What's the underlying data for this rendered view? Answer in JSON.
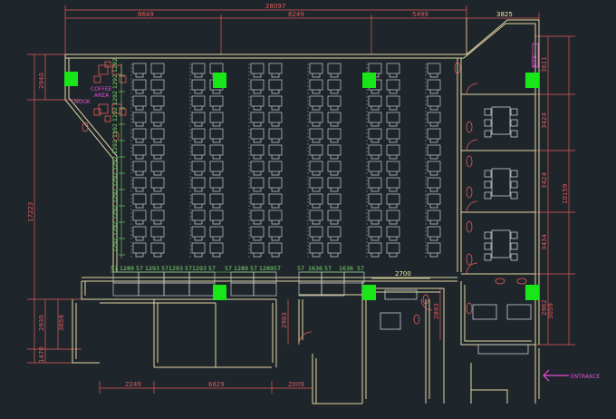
{
  "dimensions": {
    "overall_width": "28097",
    "top_segments": [
      "8649",
      "8249",
      "5499"
    ],
    "top_right": "3825",
    "bottom_segments": [
      "2249",
      "6829",
      "2009"
    ],
    "left_overall": "17223",
    "left_top": "2940",
    "left_bottom": [
      "3659",
      "2930",
      "1470"
    ],
    "right_overall": "10159",
    "right_segments": [
      "3611",
      "3424",
      "3424",
      "3434",
      "2962"
    ],
    "green_left": [
      "1289",
      "1293",
      "1293",
      "1293"
    ],
    "green_mid": [
      "1636",
      "1636"
    ],
    "green_small": "57",
    "yellow_width": "2700",
    "vertical_green": [
      "1292",
      "1292",
      "1292",
      "1292",
      "1292",
      "1292",
      "1292",
      "1292",
      "1292",
      "1292",
      "1292",
      "1292"
    ],
    "room_dims": [
      "2983",
      "2893",
      "3059"
    ]
  },
  "labels": {
    "coffee_area": "COFFEE",
    "coffee_area_2": "AREA",
    "nook": "NOOK",
    "entrance": "ENTRANCE",
    "vertical_tag": "SITE"
  },
  "colors": {
    "background": "#1f262b",
    "wall": "#e2d6a0",
    "furniture": "#c9cdd1",
    "dimension": "#e35a5a",
    "column": "#19e619",
    "magenta": "#e64ad6"
  }
}
